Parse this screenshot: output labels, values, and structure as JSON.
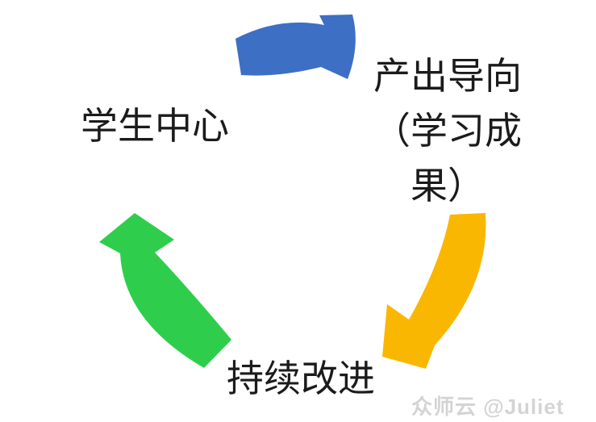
{
  "diagram": {
    "type": "cycle",
    "nodes": [
      {
        "id": "student-centered",
        "label": "学生中心",
        "display": "学生中心"
      },
      {
        "id": "outcome-oriented",
        "label": "产出导向（学习成果）",
        "display": "产出导向\n（学习成\n果）"
      },
      {
        "id": "continuous-improvement",
        "label": "持续改进",
        "display": "持续改进"
      }
    ],
    "arrows": [
      {
        "name": "blue-arrow",
        "from": "学生中心",
        "to": "产出导向（学习成果）",
        "color": "#3D6FC4"
      },
      {
        "name": "yellow-arrow",
        "from": "产出导向（学习成果）",
        "to": "持续改进",
        "color": "#FAB702"
      },
      {
        "name": "green-arrow",
        "from": "持续改进",
        "to": "学生中心",
        "color": "#2ECE4C"
      }
    ],
    "colors": {
      "background": "#ffffff",
      "text": "#1b1b1b"
    }
  },
  "watermark": {
    "text": "众师云 @Juliet",
    "color": "#d4d4d4"
  }
}
